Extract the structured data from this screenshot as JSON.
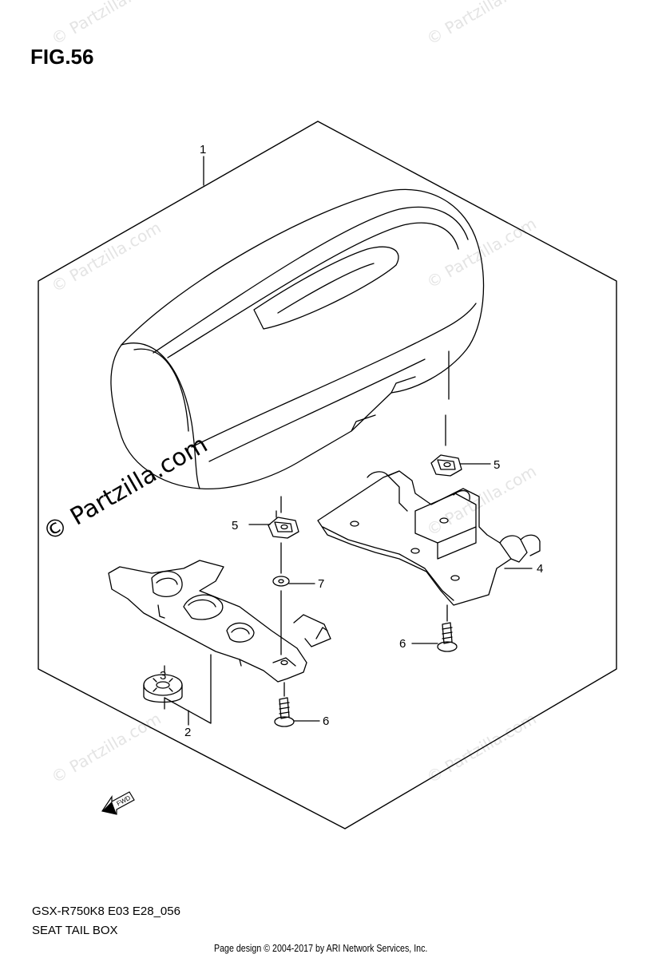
{
  "figure": {
    "title": "FIG.56"
  },
  "callouts": {
    "c1": "1",
    "c2": "2",
    "c3": "3",
    "c4": "4",
    "c5a": "5",
    "c5b": "5",
    "c6a": "6",
    "c6b": "6",
    "c7": "7"
  },
  "arrow_label": "FWD",
  "watermarks": {
    "main": "© Partzilla.com",
    "faint": "© Partzilla.com"
  },
  "caption": {
    "model_code": "GSX-R750K8 E03 E28_056",
    "part_name": "SEAT TAIL BOX"
  },
  "footer": "Page design © 2004-2017 by ARI Network Services, Inc."
}
